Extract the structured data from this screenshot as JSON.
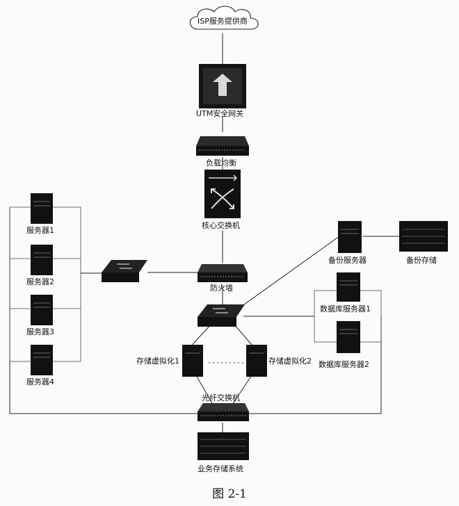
{
  "labels": {
    "isp": "ISP服务提供商",
    "utm": "UTM安全网关",
    "load_balancer": "负载均衡",
    "core_switch": "核心交换机",
    "firewall": "防火墙",
    "server1": "服务器1",
    "server2": "服务器2",
    "server3": "服务器3",
    "server4": "服务器4",
    "backup_server": "备份服务器",
    "backup_storage": "备份存储",
    "db_server1": "数据库服务器1",
    "db_server2": "数据库服务器2",
    "storage_virt1": "存储虚拟化1",
    "storage_virt2": "存储虚拟化2",
    "fiber_switch": "光纤交换机",
    "business_storage": "业务存储系统"
  },
  "caption": "图 2-1",
  "colors": {
    "device": "#111111",
    "line": "#222222",
    "dotted": "#555555",
    "paper": "#fbfbf9"
  }
}
